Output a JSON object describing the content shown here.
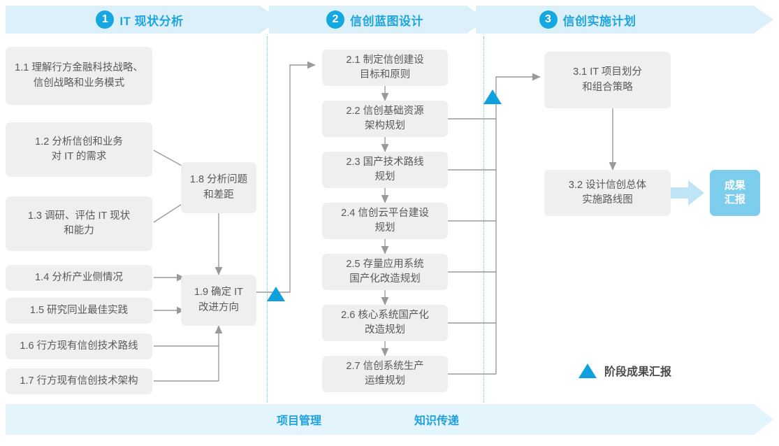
{
  "phases": [
    {
      "num": "1",
      "title": "IT 现状分析"
    },
    {
      "num": "2",
      "title": "信创蓝图设计"
    },
    {
      "num": "3",
      "title": "信创实施计划"
    }
  ],
  "phase1_tasks": [
    {
      "id": "1.1",
      "text": "1.1 理解行方金融科技战略、\n信创战略和业务模式"
    },
    {
      "id": "1.2",
      "text": "1.2 分析信创和业务\n对 IT 的需求"
    },
    {
      "id": "1.3",
      "text": "1.3 调研、评估 IT 现状\n和能力"
    },
    {
      "id": "1.4",
      "text": "1.4 分析产业侧情况"
    },
    {
      "id": "1.5",
      "text": "1.5 研究同业最佳实践"
    },
    {
      "id": "1.6",
      "text": "1.6 行方现有信创技术路线"
    },
    {
      "id": "1.7",
      "text": "1.7 行方现有信创技术架构"
    },
    {
      "id": "1.8",
      "text": "1.8 分析问题\n和差距"
    },
    {
      "id": "1.9",
      "text": "1.9 确定 IT\n改进方向"
    }
  ],
  "phase2_tasks": [
    {
      "id": "2.1",
      "text": "2.1 制定信创建设\n目标和原则"
    },
    {
      "id": "2.2",
      "text": "2.2 信创基础资源\n架构规划"
    },
    {
      "id": "2.3",
      "text": "2.3 国产技术路线\n规划"
    },
    {
      "id": "2.4",
      "text": "2.4 信创云平台建设\n规划"
    },
    {
      "id": "2.5",
      "text": "2.5 存量应用系统\n国产化改造规划"
    },
    {
      "id": "2.6",
      "text": "2.6 核心系统国产化\n改造规划"
    },
    {
      "id": "2.7",
      "text": "2.7 信创系统生产\n运维规划"
    }
  ],
  "phase3_tasks": [
    {
      "id": "3.1",
      "text": "3.1 IT 项目划分\n和组合策略"
    },
    {
      "id": "3.2",
      "text": "3.2 设计信创总体\n实施路线图"
    }
  ],
  "outcome": {
    "text": "成果\n汇报"
  },
  "legend": {
    "label": "阶段成果汇报",
    "icon": "triangle-milestone-icon"
  },
  "footer": {
    "items": [
      "项目管理",
      "知识传递"
    ]
  },
  "colors": {
    "band_bg": "#DCF0FA",
    "accent": "#1FA5DE",
    "num_circle": "#14A7E0",
    "box_bg": "#EFEFEF",
    "box_text": "#595959",
    "outcome_bg": "#7DCDEC",
    "milestone": "#0FA0DE",
    "connector": "#9A9A9A",
    "divider": "#59C2E8",
    "footer_bg": "#E3F4FC"
  }
}
